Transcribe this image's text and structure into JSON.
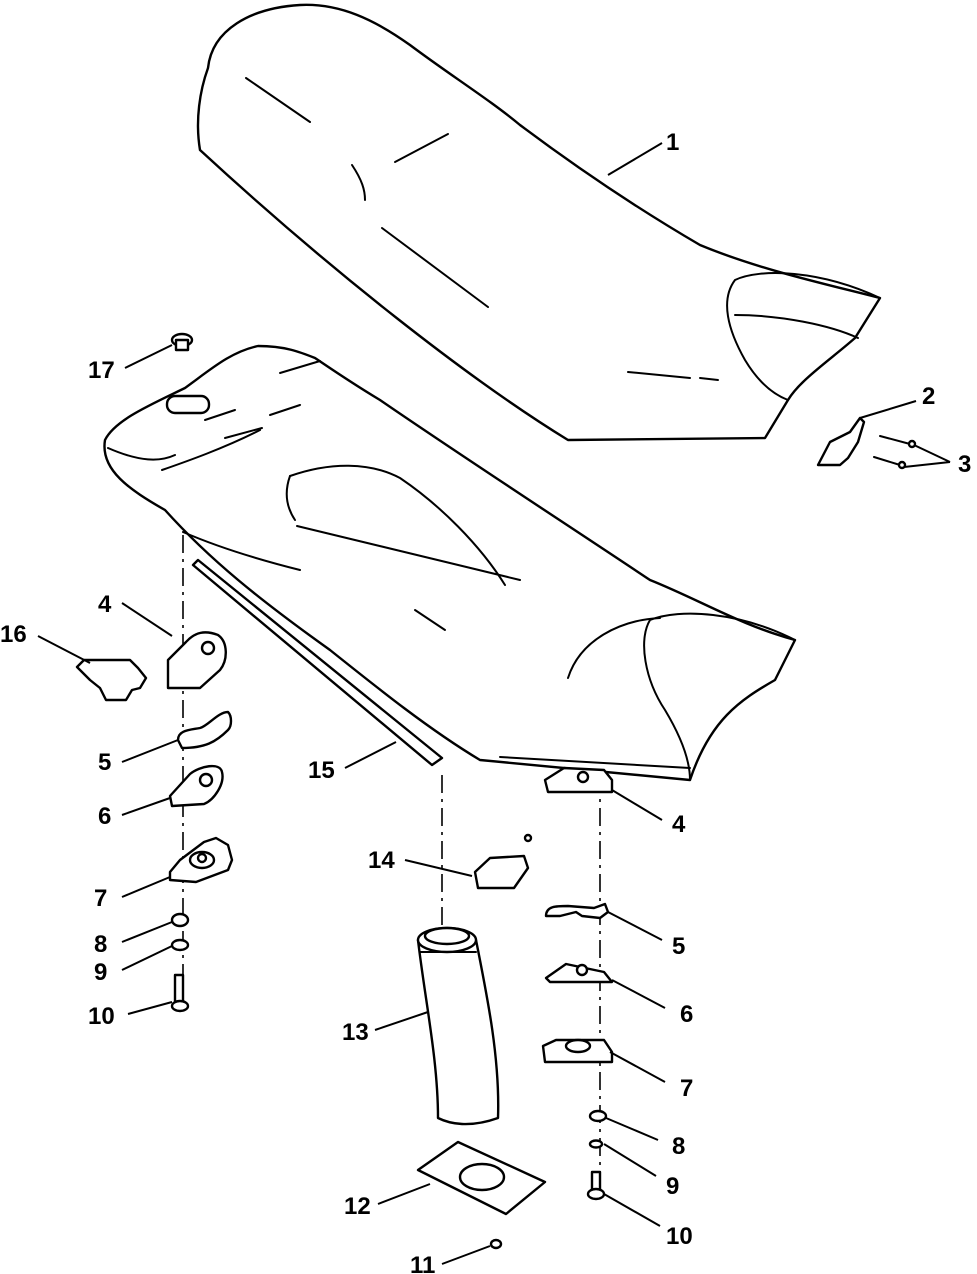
{
  "diagram": {
    "line_color": "#000000",
    "background": "#ffffff",
    "callouts": [
      {
        "id": "c1",
        "label": "1"
      },
      {
        "id": "c2",
        "label": "2"
      },
      {
        "id": "c3",
        "label": "3"
      },
      {
        "id": "c4l",
        "label": "4"
      },
      {
        "id": "c4r",
        "label": "4"
      },
      {
        "id": "c5l",
        "label": "5"
      },
      {
        "id": "c5r",
        "label": "5"
      },
      {
        "id": "c6l",
        "label": "6"
      },
      {
        "id": "c6r",
        "label": "6"
      },
      {
        "id": "c7l",
        "label": "7"
      },
      {
        "id": "c7r",
        "label": "7"
      },
      {
        "id": "c8l",
        "label": "8"
      },
      {
        "id": "c8r",
        "label": "8"
      },
      {
        "id": "c9l",
        "label": "9"
      },
      {
        "id": "c9r",
        "label": "9"
      },
      {
        "id": "c10l",
        "label": "10"
      },
      {
        "id": "c10r",
        "label": "10"
      },
      {
        "id": "c11",
        "label": "11"
      },
      {
        "id": "c12",
        "label": "12"
      },
      {
        "id": "c13",
        "label": "13"
      },
      {
        "id": "c14",
        "label": "14"
      },
      {
        "id": "c15",
        "label": "15"
      },
      {
        "id": "c16",
        "label": "16"
      },
      {
        "id": "c17",
        "label": "17"
      }
    ]
  }
}
